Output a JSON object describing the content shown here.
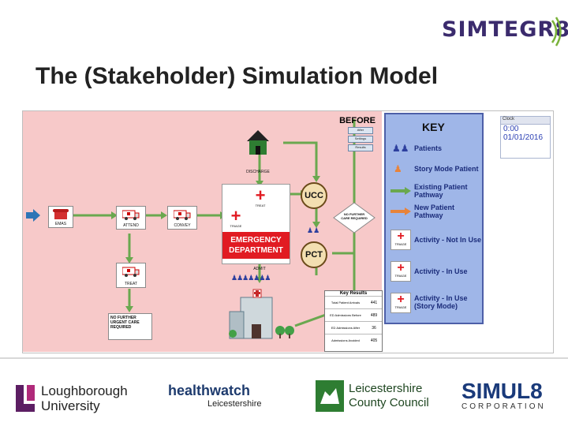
{
  "header": {
    "brand": "SIMTEGR",
    "brand_digit": "8",
    "title": "The (Stakeholder) Simulation Model"
  },
  "model": {
    "nodes": {
      "emas": "EMAS",
      "attend": "ATTEND",
      "convey": "CONVEY",
      "treat": "TREAT",
      "discharge": "DISCHARGE",
      "triage": "TRIAGE",
      "admit": "ADMIT",
      "no_further_urgent": "NO FURTHER URGENT CARE REQUIRED",
      "no_further_care": "NO FURTHER CARE REQUIRED",
      "ed": "EMERGENCY DEPARTMENT",
      "ucc": "UCC",
      "pct": "PCT"
    },
    "before_panel": {
      "title": "BEFORE",
      "buttons": [
        "After",
        "Settings",
        "Results"
      ]
    },
    "key": {
      "title": "KEY",
      "items": [
        {
          "label": "Patients"
        },
        {
          "label": "Story Mode Patient"
        },
        {
          "label": "Existing Patient Pathway"
        },
        {
          "label": "New Patient Pathway"
        },
        {
          "label": "Activity - Not In Use",
          "badge": "TRIAGE"
        },
        {
          "label": "Activity - In Use",
          "badge": "TRIAGE"
        },
        {
          "label": "Activity - In Use (Story Mode)",
          "badge": "TRIAGE"
        }
      ],
      "colors": {
        "existing": "#6aa84f",
        "new": "#e8833a",
        "patient": "#2d3f9e"
      }
    },
    "clock": {
      "label": "Clock",
      "time": "0:00",
      "date": "01/01/2016"
    },
    "results": {
      "title": "Key Results",
      "rows": [
        {
          "name": "Total Patient Arrivals",
          "value": "441"
        },
        {
          "name": "ED Admissions Before",
          "value": "489"
        },
        {
          "name": "ED Admissions After",
          "value": "36"
        },
        {
          "name": "Admissions Avoided",
          "value": "405"
        }
      ]
    }
  },
  "footer": {
    "lboro_1": "Loughborough",
    "lboro_2": "University",
    "hw_1": "healthwatch",
    "hw_2": "Leicestershire",
    "lcc_1": "Leicestershire",
    "lcc_2": "County Council",
    "simul8_1": "SIMUL8",
    "simul8_2": "CORPORATION"
  }
}
